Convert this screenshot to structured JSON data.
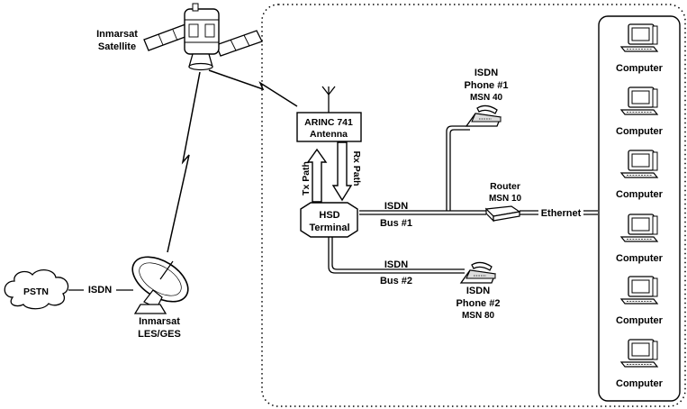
{
  "satellite": {
    "name_line1": "Inmarsat",
    "name_line2": "Satellite"
  },
  "ground_station": {
    "name_line1": "Inmarsat",
    "name_line2": "LES/GES"
  },
  "pstn": {
    "label": "PSTN",
    "link_label": "ISDN"
  },
  "antenna": {
    "line1": "ARINC 741",
    "line2": "Antenna"
  },
  "paths": {
    "tx": "Tx Path",
    "rx": "Rx Path"
  },
  "terminal": {
    "line1": "HSD",
    "line2": "Terminal"
  },
  "bus1": {
    "line1": "ISDN",
    "line2": "Bus #1"
  },
  "bus2": {
    "line1": "ISDN",
    "line2": "Bus #2"
  },
  "phone1": {
    "line1": "ISDN",
    "line2": "Phone #1",
    "line3": "MSN 40"
  },
  "phone2": {
    "line1": "ISDN",
    "line2": "Phone #2",
    "line3": "MSN 80"
  },
  "router": {
    "line1": "Router",
    "line2": "MSN 10"
  },
  "ethernet": {
    "label": "Ethernet"
  },
  "computers": [
    {
      "label": "Computer"
    },
    {
      "label": "Computer"
    },
    {
      "label": "Computer"
    },
    {
      "label": "Computer"
    },
    {
      "label": "Computer"
    },
    {
      "label": "Computer"
    }
  ]
}
